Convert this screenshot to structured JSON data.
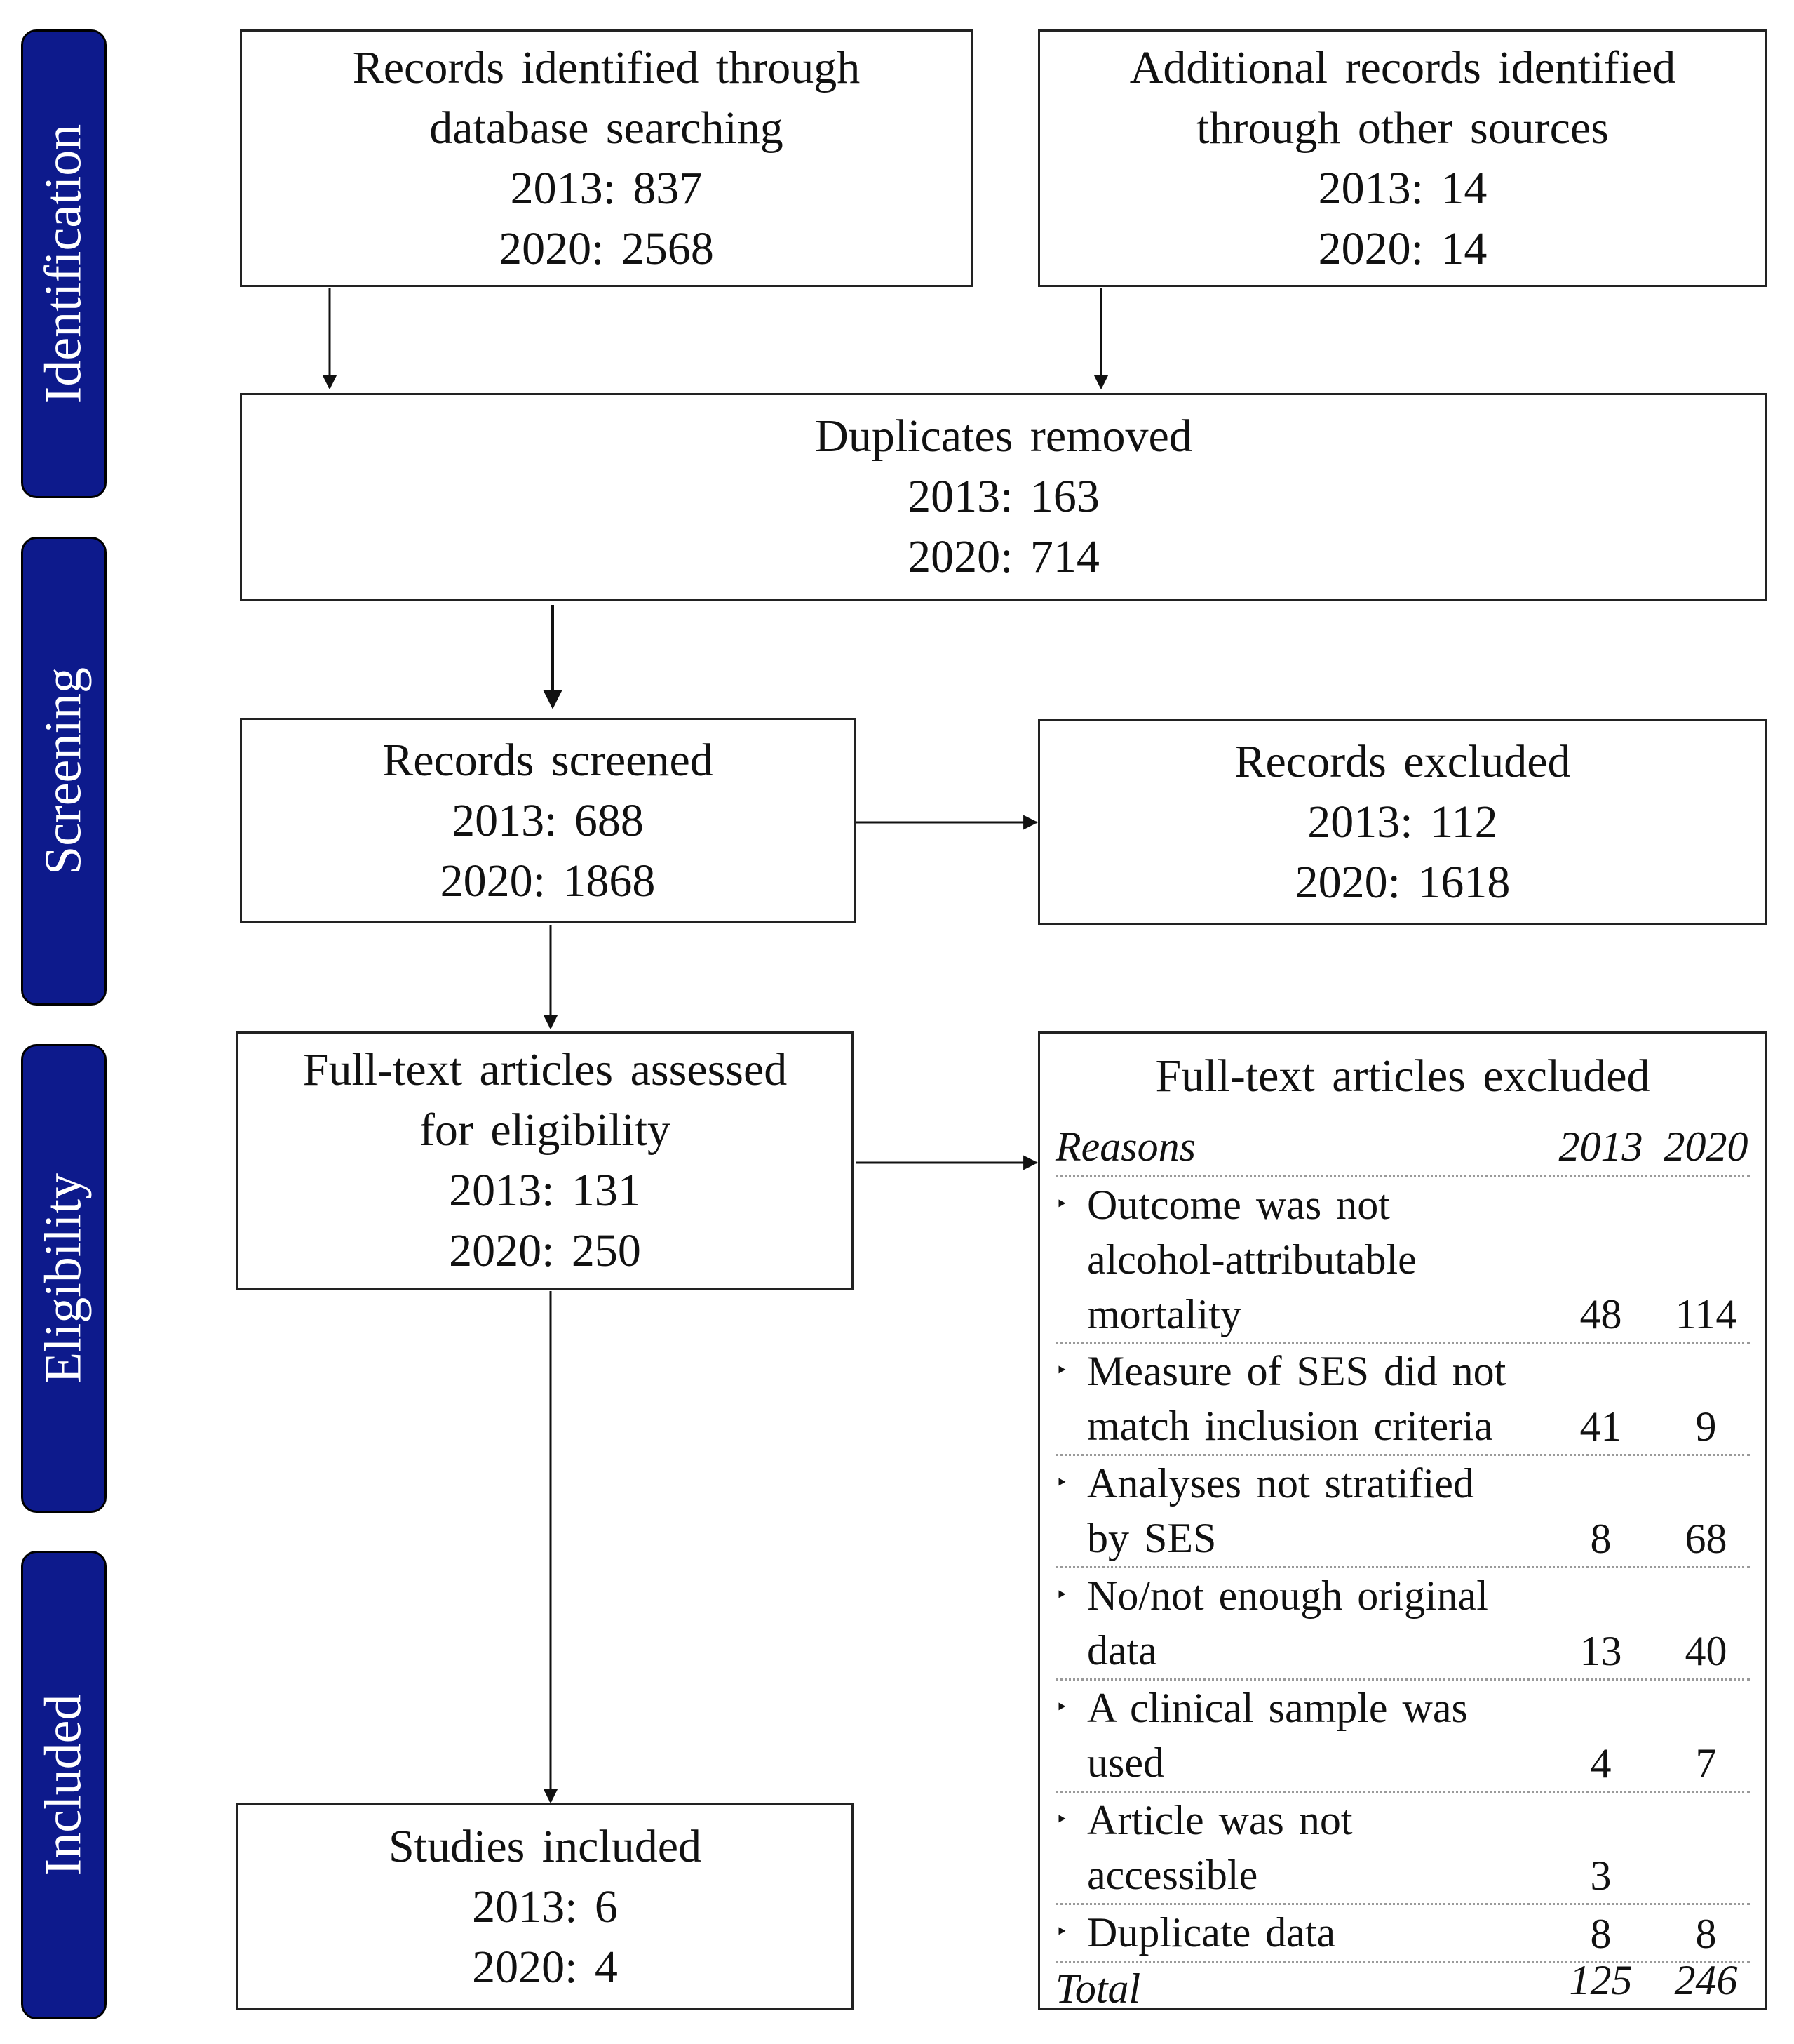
{
  "stages": [
    "Identification",
    "Screening",
    "Eligibility",
    "Included"
  ],
  "boxes": {
    "database": {
      "lines": [
        "Records identified through",
        "database searching",
        "2013: 837",
        "2020: 2568"
      ]
    },
    "other_sources": {
      "lines": [
        "Additional records identified",
        "through other sources",
        "2013: 14",
        "2020: 14"
      ]
    },
    "duplicates": {
      "lines": [
        "Duplicates removed",
        "2013: 163",
        "2020: 714"
      ]
    },
    "screened": {
      "lines": [
        "Records screened",
        "2013: 688",
        "2020: 1868"
      ]
    },
    "excluded": {
      "lines": [
        "Records excluded",
        "2013: 112",
        "2020: 1618"
      ]
    },
    "fulltext": {
      "lines": [
        "Full-text articles assessed",
        "for eligibility",
        "2013: 131",
        "2020: 250"
      ]
    },
    "included": {
      "lines": [
        "Studies included",
        "2013: 6",
        "2020: 4"
      ]
    }
  },
  "exclusion_table": {
    "title": "Full-text articles excluded",
    "header": {
      "reason": "Reasons",
      "y2013": "2013",
      "y2020": "2020"
    },
    "rows": [
      {
        "lines": [
          "Outcome was not",
          "alcohol-attributable",
          "mortality"
        ],
        "y2013": "48",
        "y2020": "114"
      },
      {
        "lines": [
          "Measure of SES did not",
          "match inclusion criteria"
        ],
        "y2013": "41",
        "y2020": "9"
      },
      {
        "lines": [
          "Analyses not stratified",
          "by SES"
        ],
        "y2013": "8",
        "y2020": "68"
      },
      {
        "lines": [
          "No/not enough original",
          "data"
        ],
        "y2013": "13",
        "y2020": "40"
      },
      {
        "lines": [
          "A clinical sample was",
          "used"
        ],
        "y2013": "4",
        "y2020": "7"
      },
      {
        "lines": [
          "Article was not",
          "accessible"
        ],
        "y2013": "3",
        "y2020": ""
      },
      {
        "lines": [
          "Duplicate data"
        ],
        "y2013": "8",
        "y2020": "8"
      }
    ],
    "total": {
      "label": "Total",
      "y2013": "125",
      "y2020": "246"
    }
  },
  "bullet_glyph": "‣"
}
